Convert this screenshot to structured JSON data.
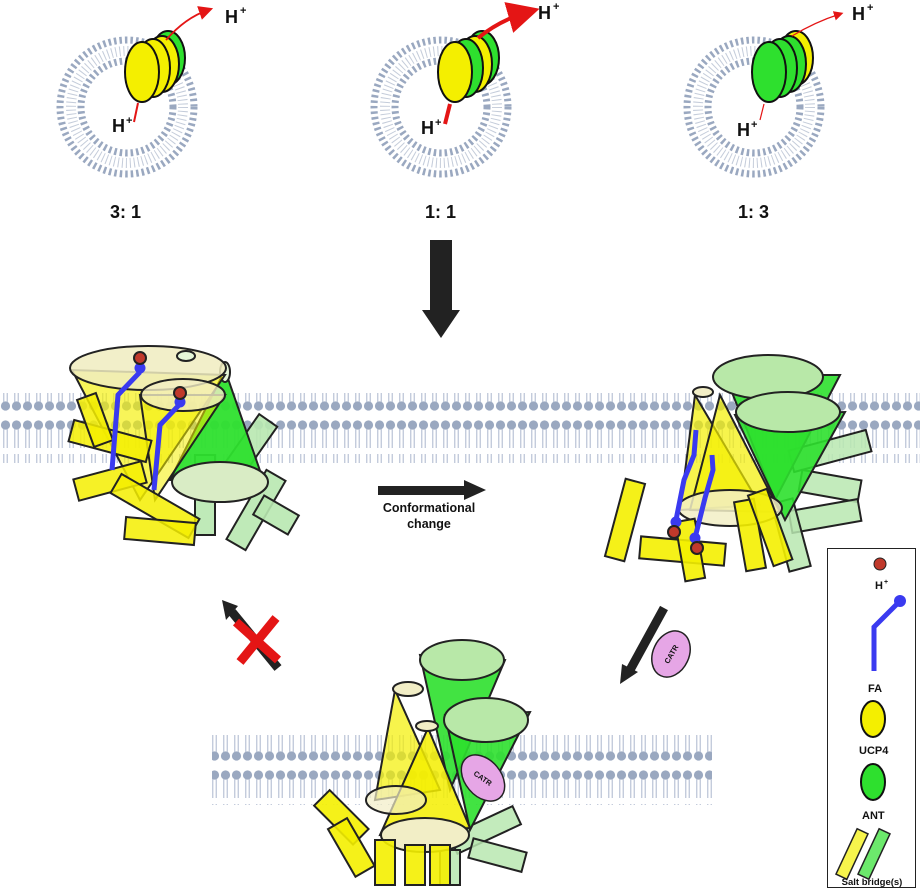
{
  "vesicles": [
    {
      "ratio": "3: 1",
      "h_in": "H",
      "h_out": "H",
      "h_sup": "+"
    },
    {
      "ratio": "1: 1",
      "h_in": "H",
      "h_out": "H",
      "h_sup": "+"
    },
    {
      "ratio": "1: 3",
      "h_in": "H",
      "h_out": "H",
      "h_sup": "+"
    }
  ],
  "conformational_label": [
    "Conformational",
    "change"
  ],
  "catr_label": "CATR",
  "legend": {
    "h_label": "H",
    "h_sup": "+",
    "fa_label": "FA",
    "ucp4_label": "UCP4",
    "ant_label": "ANT",
    "salt_bridge_label": "Salt bridge(s)"
  },
  "colors": {
    "yellow": "#f4ef00",
    "green": "#2ee02e",
    "light_green": "#b8e8b0",
    "membrane": "#8e9db7",
    "proton": "#c0392b",
    "fa": "#3a3af0",
    "catr": "#e6a6e6",
    "arrow": "#222222",
    "red_arrow": "#e41515"
  }
}
